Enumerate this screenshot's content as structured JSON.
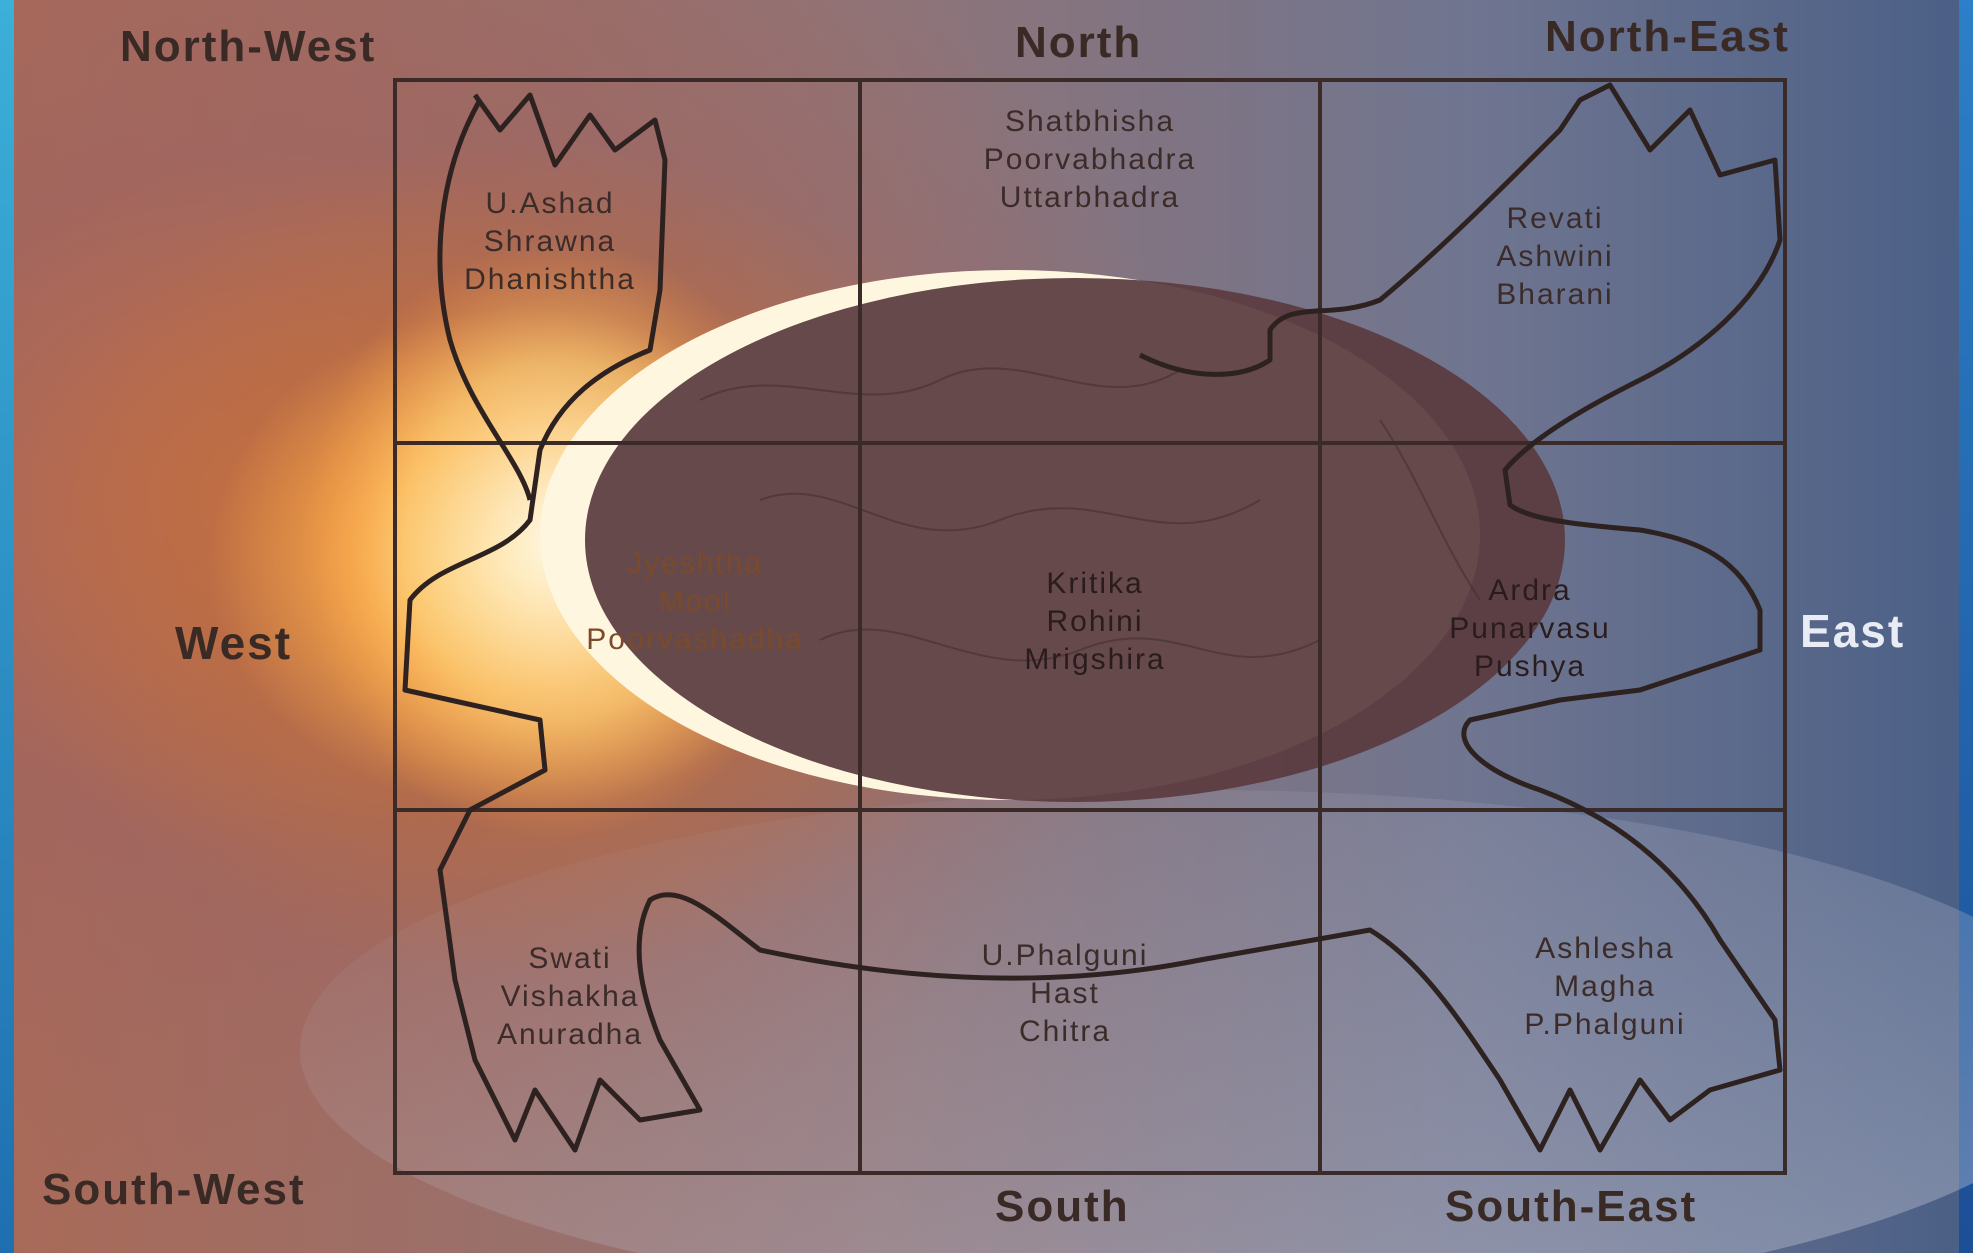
{
  "directions": {
    "north_west": "North-West",
    "north": "North",
    "north_east": "North-East",
    "west": "West",
    "east": "East",
    "south_west": "South-West",
    "south": "South",
    "south_east": "South-East"
  },
  "cells": {
    "north_west": [
      "U.Ashad",
      "Shrawna",
      "Dhanishtha"
    ],
    "north": [
      "Shatbhisha",
      "Poorvabhadra",
      "Uttarbhadra"
    ],
    "north_east": [
      "Revati",
      "Ashwini",
      "Bharani"
    ],
    "west": [
      "Jyeshtha",
      "Mool",
      "Poorvashadha"
    ],
    "center": [
      "Kritika",
      "Rohini",
      "Mrigshira"
    ],
    "east": [
      "Ardra",
      "Punarvasu",
      "Pushya"
    ],
    "south_west": [
      "Swati",
      "Vishakha",
      "Anuradha"
    ],
    "south": [
      "U.Phalguni",
      "Hast",
      "Chitra"
    ],
    "south_east": [
      "Ashlesha",
      "Magha",
      "P.Phalguni"
    ]
  },
  "colors": {
    "grid_line": "#3a2a28",
    "moon_shadow": "#5a3b40",
    "corona": "#fff6e0"
  }
}
